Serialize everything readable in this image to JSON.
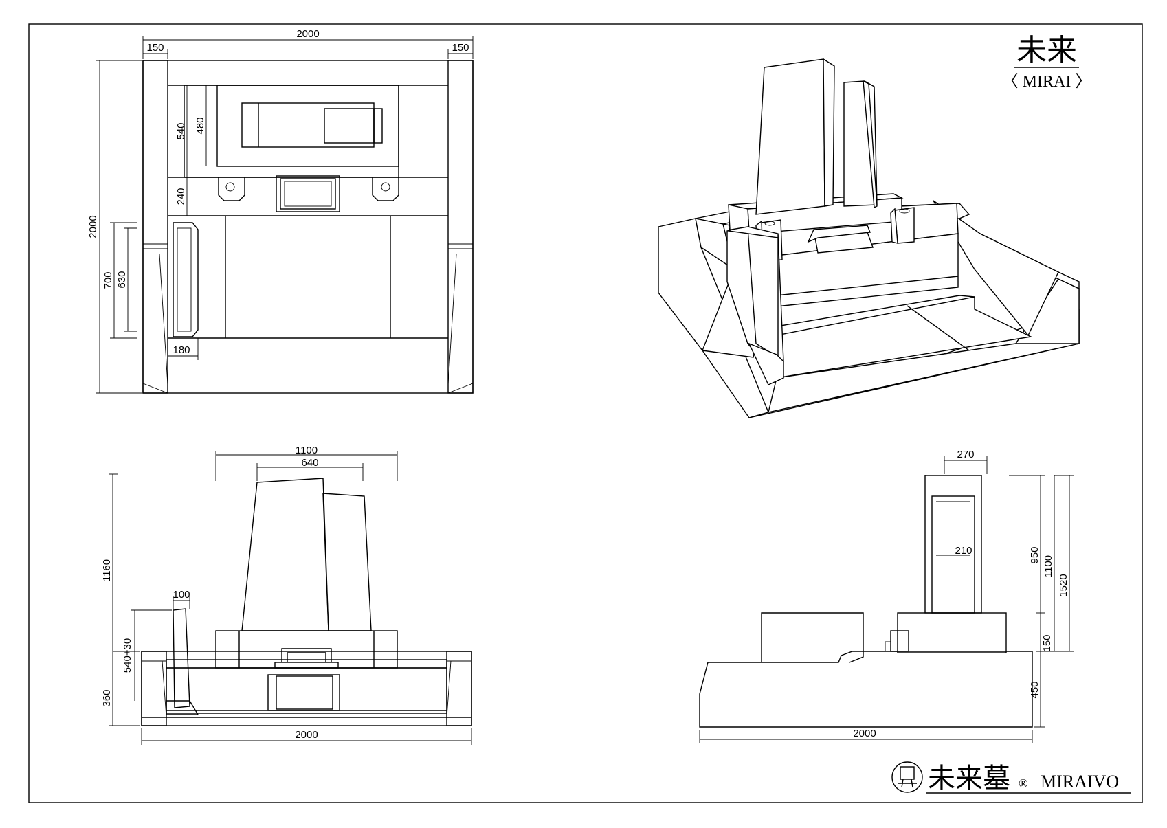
{
  "title": {
    "name_jp": "未来",
    "name_en": "〈 MIRAI 〉"
  },
  "brand": {
    "name_jp": "未来墓",
    "registered": "®",
    "name_en": "MIRAIVO"
  },
  "plan_view": {
    "width_total": "2000",
    "margin_left": "150",
    "margin_right": "150",
    "depth_total": "2000",
    "dim_540": "540",
    "dim_480": "480",
    "dim_240": "240",
    "dim_700": "700",
    "dim_630": "630",
    "dim_180": "180"
  },
  "front_view": {
    "width_1100": "1100",
    "width_640": "640",
    "height_1160": "1160",
    "width_100": "100",
    "height_540_30": "540+30",
    "height_360": "360",
    "width_total": "2000"
  },
  "side_view": {
    "top_270": "270",
    "inner_210": "210",
    "h_950": "950",
    "h_1100": "1100",
    "h_1520": "1520",
    "h_150": "150",
    "h_450": "450",
    "width_total": "2000"
  }
}
